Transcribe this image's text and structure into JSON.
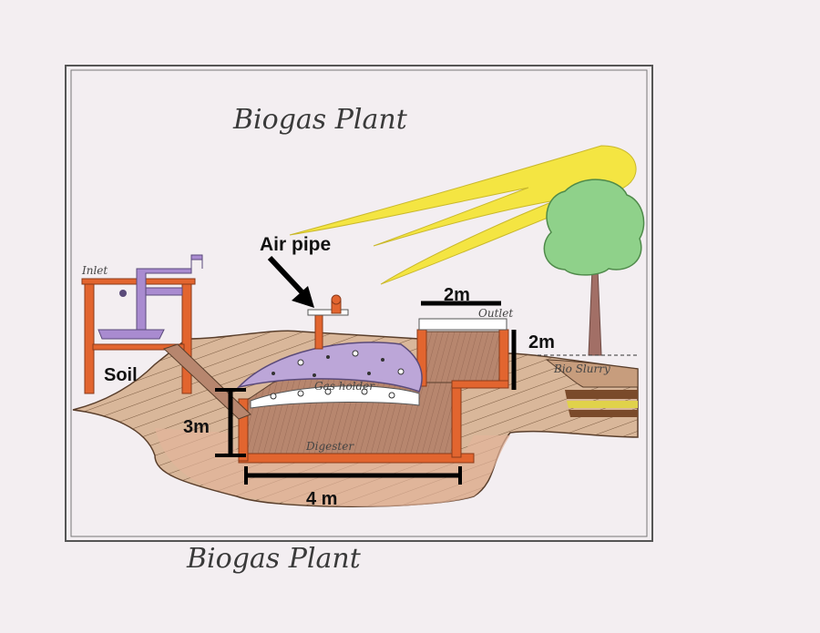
{
  "title_inner": "Biogas Plant",
  "title_bottom": "Biogas Plant",
  "labels": {
    "inlet": "Inlet",
    "outlet": "Outlet",
    "gas_holder": "Gas holder",
    "digester": "Digester",
    "bio_slurry": "Bio Slurry",
    "soil": "Soil",
    "air_pipe": "Air pipe"
  },
  "dimensions": {
    "width": "4 m",
    "height": "3m",
    "outlet_width": "2m",
    "outlet_height": "2m"
  },
  "colors": {
    "paper": "#f3eef1",
    "soil": "#d9b79a",
    "soil_lines": "#7a5a40",
    "digester": "#b7866e",
    "wall": "#e2652f",
    "gas_dome": "#bca6d8",
    "inlet_pipe": "#a98bd0",
    "sun_rays": "#f4e542",
    "tree_canopy": "#8fd18a",
    "tree_trunk": "#a26f66"
  }
}
